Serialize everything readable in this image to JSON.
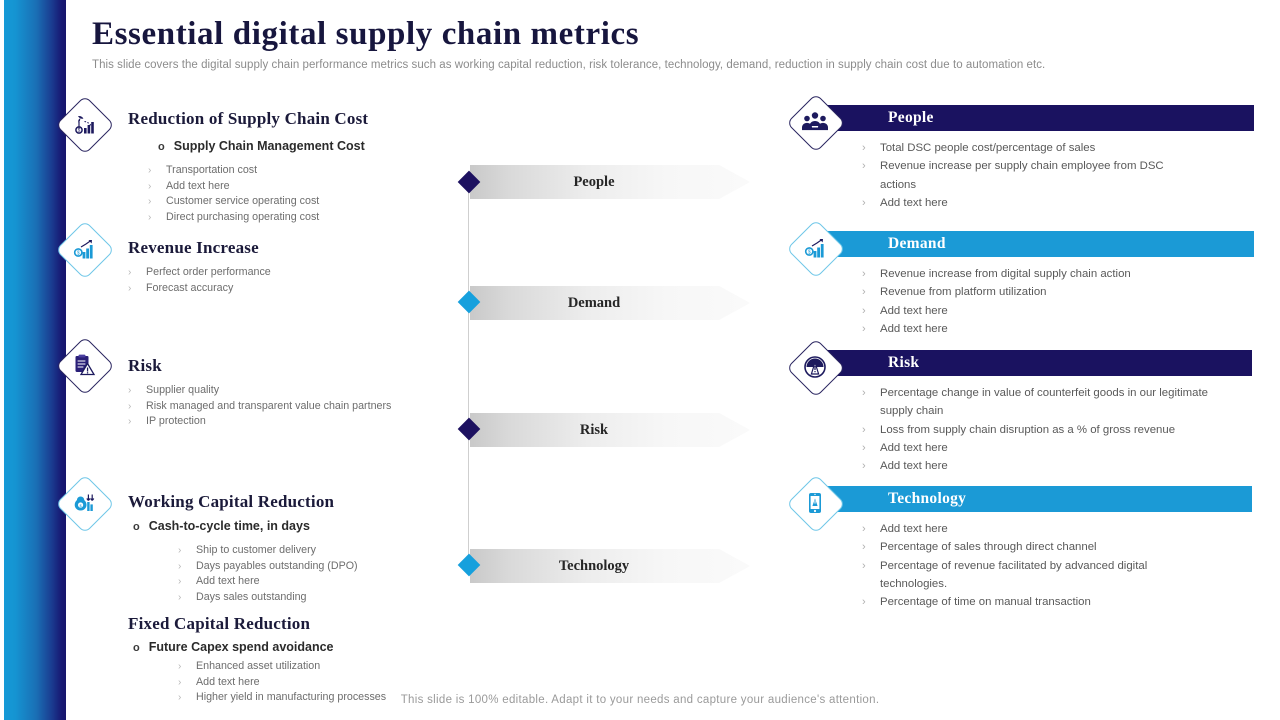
{
  "header": {
    "title": "Essential digital supply chain metrics",
    "subtitle": "This slide covers the digital supply chain performance metrics such as working capital reduction, risk tolerance, technology, demand, reduction in supply chain cost due to automation etc."
  },
  "colors": {
    "navy": "#1a1260",
    "cyan": "#1b9ad6",
    "rail_start": "#159ad6",
    "rail_end": "#16146b",
    "body_text": "#6d6d6d"
  },
  "left_sections": [
    {
      "icon": "cost-reduction-icon",
      "icon_style": "navy",
      "title": "Reduction of Supply Chain Cost",
      "sub_label": "Supply Chain Management Cost",
      "bullets": [
        "Transportation cost",
        "Add text here",
        "Customer service operating cost",
        "Direct purchasing operating cost"
      ]
    },
    {
      "icon": "revenue-growth-icon",
      "icon_style": "cyan",
      "title": "Revenue Increase",
      "sub_label": "",
      "bullets": [
        "Perfect order performance",
        "Forecast accuracy"
      ]
    },
    {
      "icon": "risk-clipboard-icon",
      "icon_style": "navy",
      "title": "Risk",
      "sub_label": "",
      "bullets": [
        "Supplier quality",
        "Risk managed and transparent value chain partners",
        "IP protection"
      ]
    },
    {
      "icon": "working-capital-icon",
      "icon_style": "cyan",
      "title": "Working Capital Reduction",
      "sub_label": "Cash-to-cycle  time, in days",
      "bullets": [
        "Ship to customer delivery",
        "Days payables outstanding (DPO)",
        "Add text here",
        "Days sales outstanding"
      ]
    },
    {
      "icon": "",
      "icon_style": "",
      "title": "Fixed Capital Reduction",
      "sub_label": "Future Capex spend avoidance",
      "bullets": [
        "Enhanced asset utilization",
        "Add text here",
        "Higher yield in manufacturing processes"
      ]
    }
  ],
  "center_steps": [
    {
      "label": "People",
      "marker": "navy"
    },
    {
      "label": "Demand",
      "marker": "cyan"
    },
    {
      "label": "Risk",
      "marker": "navy"
    },
    {
      "label": "Technology",
      "marker": "cyan"
    }
  ],
  "right_sections": [
    {
      "icon": "people-group-icon",
      "style": "navy",
      "title": "People",
      "bullets": [
        "Total DSC people cost/percentage of sales",
        "Revenue increase per supply chain employee from DSC actions",
        "Add text here"
      ]
    },
    {
      "icon": "demand-chart-icon",
      "style": "cyan",
      "title": "Demand",
      "bullets": [
        "Revenue increase from digital supply chain action",
        "Revenue from platform utilization",
        "Add text here",
        "Add text here"
      ]
    },
    {
      "icon": "risk-gauge-icon",
      "style": "navy",
      "title": "Risk",
      "bullets": [
        "Percentage change in value of counterfeit goods in our legitimate supply chain",
        "Loss from supply chain disruption as a % of gross revenue",
        "Add text here",
        "Add text here"
      ]
    },
    {
      "icon": "technology-phone-icon",
      "style": "cyan",
      "title": "Technology",
      "bullets": [
        "Add text here",
        "Percentage of sales through direct channel",
        "Percentage of revenue facilitated by advanced digital technologies.",
        "Percentage of time on manual transaction"
      ]
    }
  ],
  "footer": "This slide is 100% editable. Adapt it to your needs and capture your audience's attention.",
  "markers": {
    "level1": "o",
    "level2": "›"
  }
}
